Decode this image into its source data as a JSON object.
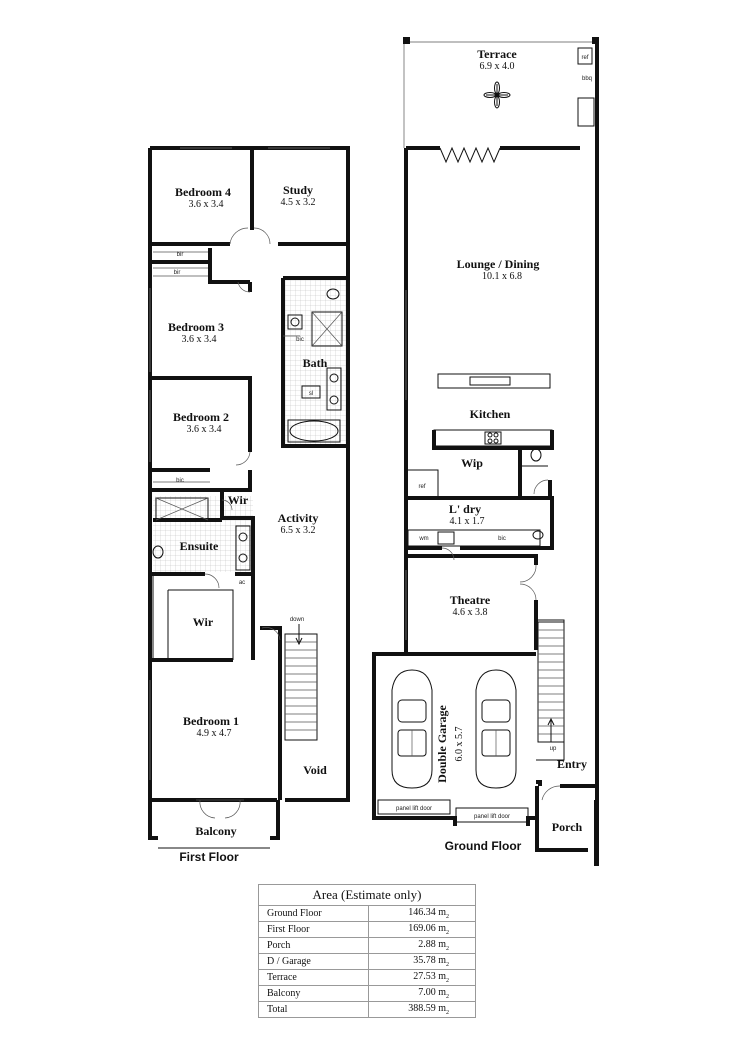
{
  "first_floor": {
    "label": "First Floor",
    "rooms": {
      "bedroom4": {
        "name": "Bedroom 4",
        "dim": "3.6 x 3.4"
      },
      "study": {
        "name": "Study",
        "dim": "4.5 x 3.2"
      },
      "bedroom3": {
        "name": "Bedroom 3",
        "dim": "3.6 x 3.4"
      },
      "bath": {
        "name": "Bath"
      },
      "bedroom2": {
        "name": "Bedroom 2",
        "dim": "3.6 x 3.4"
      },
      "wir_small": {
        "name": "Wir"
      },
      "activity": {
        "name": "Activity",
        "dim": "6.5 x 3.2"
      },
      "ensuite": {
        "name": "Ensuite"
      },
      "wir": {
        "name": "Wir"
      },
      "bedroom1": {
        "name": "Bedroom 1",
        "dim": "4.9 x 4.7"
      },
      "void": {
        "name": "Void"
      },
      "balcony": {
        "name": "Balcony"
      }
    },
    "small_labels": {
      "bir1": "bir",
      "bir2": "bir",
      "bic_bath": "bic",
      "bic_bed2": "bic",
      "ac": "ac",
      "down": "down",
      "sl": "sl"
    }
  },
  "ground_floor": {
    "label": "Ground Floor",
    "rooms": {
      "terrace": {
        "name": "Terrace",
        "dim": "6.9 x 4.0"
      },
      "lounge": {
        "name": "Lounge / Dining",
        "dim": "10.1 x 6.8"
      },
      "kitchen": {
        "name": "Kitchen"
      },
      "wip": {
        "name": "Wip"
      },
      "laundry": {
        "name": "L' dry",
        "dim": "4.1 x 1.7"
      },
      "theatre": {
        "name": "Theatre",
        "dim": "4.6 x 3.8"
      },
      "garage": {
        "name": "Double Garage",
        "dim": "6.0 x 5.7"
      },
      "entry": {
        "name": "Entry"
      },
      "porch": {
        "name": "Porch"
      }
    },
    "small_labels": {
      "ref_terrace": "ref",
      "bbq": "bbq",
      "ref_kitchen": "ref",
      "wm": "wm",
      "bic_ldry": "bic",
      "up": "up",
      "panel_door_1": "panel lift door",
      "panel_door_2": "panel lift door"
    }
  },
  "area_table": {
    "title": "Area (Estimate only)",
    "unit": "m",
    "unit_sup": "2",
    "rows": [
      {
        "label": "Ground Floor",
        "value": "146.34"
      },
      {
        "label": "First Floor",
        "value": "169.06"
      },
      {
        "label": "Porch",
        "value": "2.88"
      },
      {
        "label": "D / Garage",
        "value": "35.78"
      },
      {
        "label": "Terrace",
        "value": "27.53"
      },
      {
        "label": "Balcony",
        "value": "7.00"
      },
      {
        "label": "Total",
        "value": "388.59"
      }
    ]
  }
}
